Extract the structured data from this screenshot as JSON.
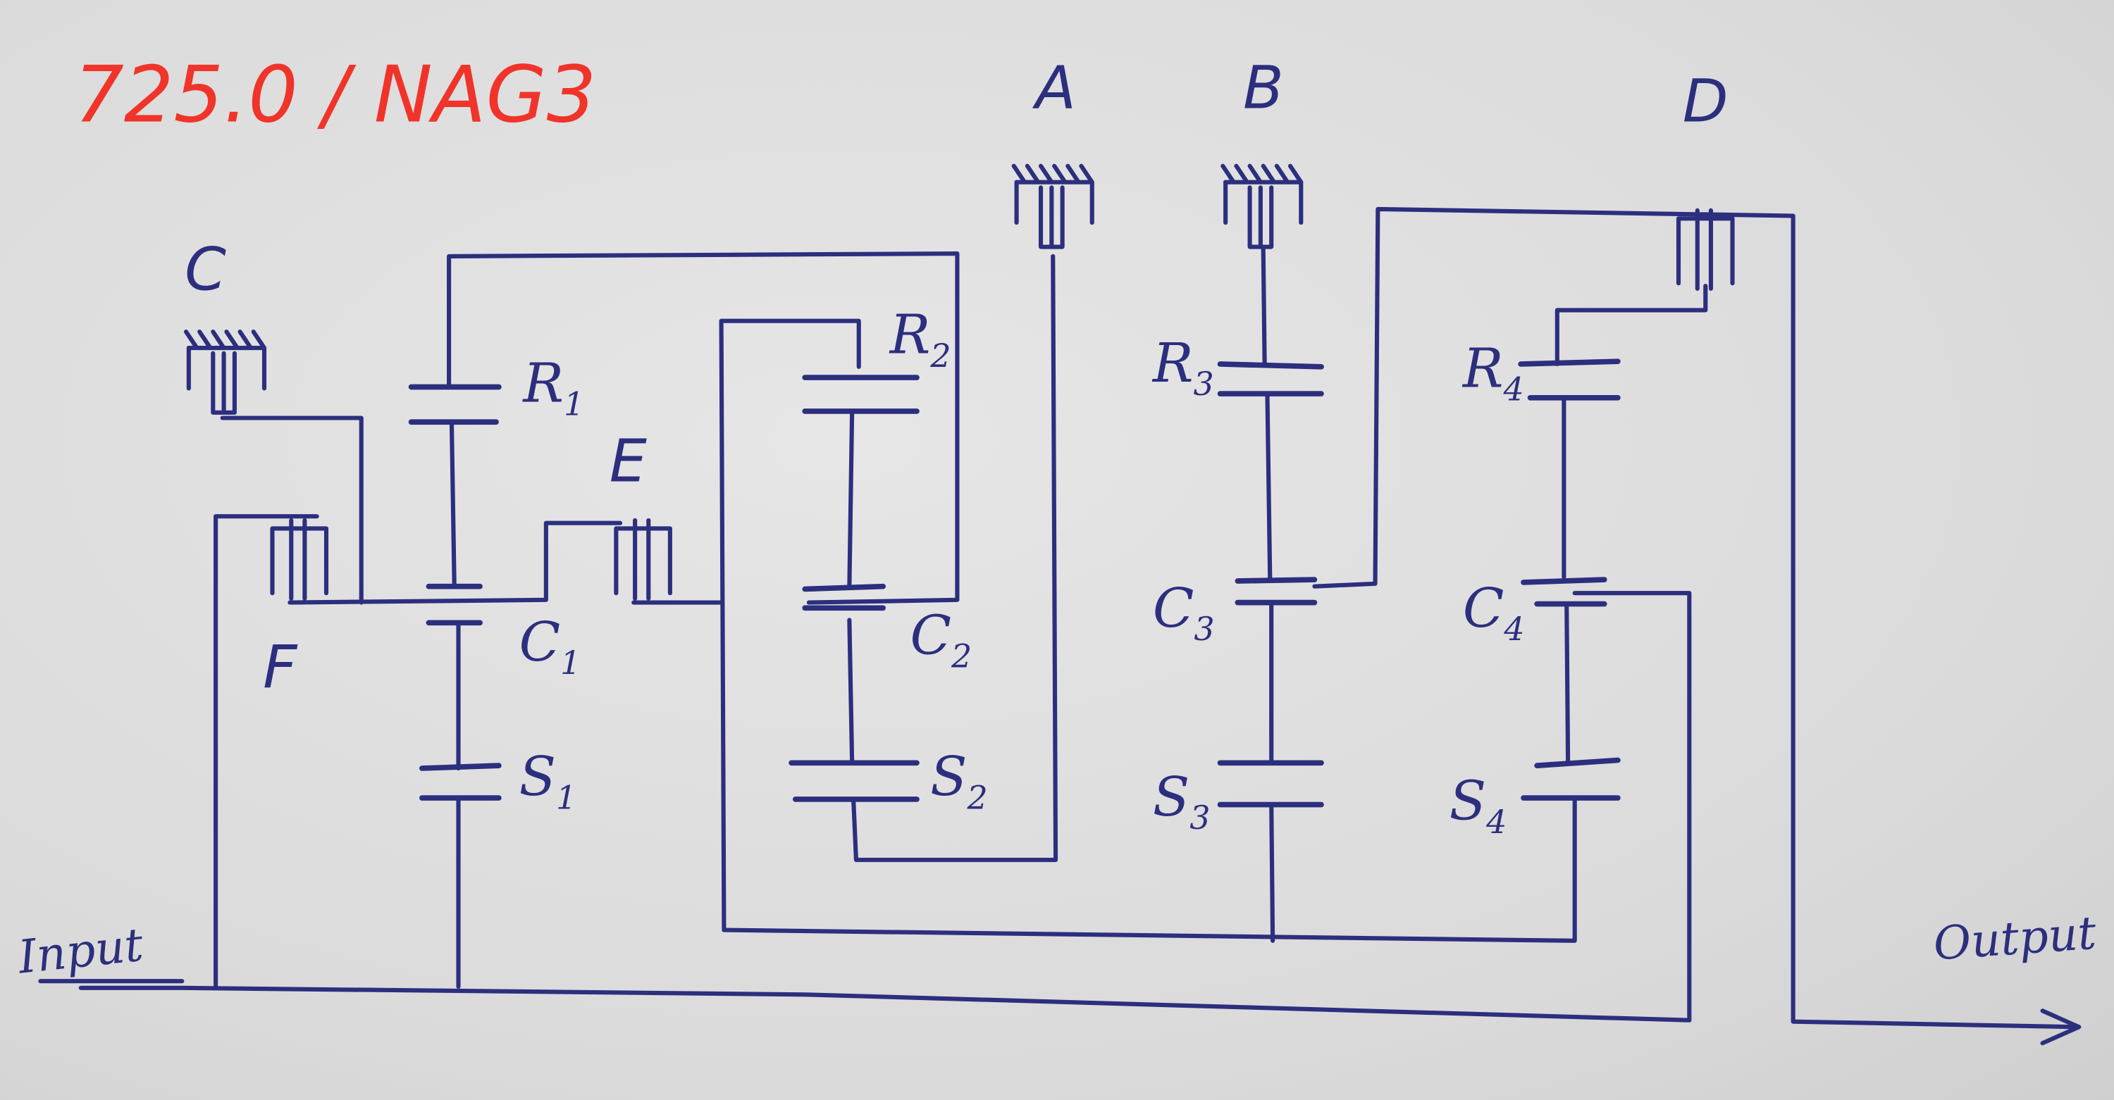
{
  "title": "725.0 / NAG3",
  "shift_elements": {
    "A": "A",
    "B": "B",
    "C": "C",
    "D": "D",
    "E": "E",
    "F": "F"
  },
  "gearsets": {
    "R1": {
      "letter": "R",
      "sub": "1"
    },
    "C1": {
      "letter": "C",
      "sub": "1"
    },
    "S1": {
      "letter": "S",
      "sub": "1"
    },
    "R2": {
      "letter": "R",
      "sub": "2"
    },
    "C2": {
      "letter": "C",
      "sub": "2"
    },
    "S2": {
      "letter": "S",
      "sub": "2"
    },
    "R3": {
      "letter": "R",
      "sub": "3"
    },
    "C3": {
      "letter": "C",
      "sub": "3"
    },
    "S3": {
      "letter": "S",
      "sub": "3"
    },
    "R4": {
      "letter": "R",
      "sub": "4"
    },
    "C4": {
      "letter": "C",
      "sub": "4"
    },
    "S4": {
      "letter": "S",
      "sub": "4"
    }
  },
  "input_label": "Input",
  "output_label": "Output",
  "colors": {
    "ink": "#2c2f7e",
    "title": "#f0342a",
    "paper": "#dcdcdc"
  }
}
